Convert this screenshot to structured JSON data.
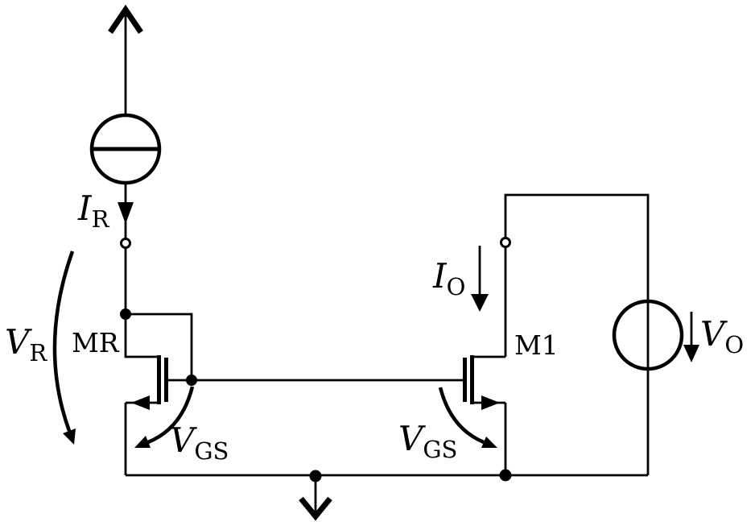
{
  "figure": {
    "kind": "circuit-schematic",
    "subject": "NMOS current mirror with reference current source and output voltage source",
    "background_color": "#ffffff",
    "ink_color": "#000000"
  },
  "symbols": [
    {
      "name": "supply-arrow-up-icon"
    },
    {
      "name": "current-source-icon"
    },
    {
      "name": "nmos-transistor-icon-MR"
    },
    {
      "name": "nmos-transistor-icon-M1"
    },
    {
      "name": "voltage-source-icon"
    },
    {
      "name": "ground-arrow-down-icon"
    }
  ],
  "labels": {
    "i_r": {
      "base": "I",
      "sub": "R"
    },
    "v_r": {
      "base": "V",
      "sub": "R"
    },
    "mr": "MR",
    "vgs_left": {
      "base": "V",
      "sub": "GS"
    },
    "vgs_right": {
      "base": "V",
      "sub": "GS"
    },
    "i_o": {
      "base": "I",
      "sub": "O"
    },
    "m1": "M1",
    "v_o": {
      "base": "V",
      "sub": "O"
    }
  }
}
